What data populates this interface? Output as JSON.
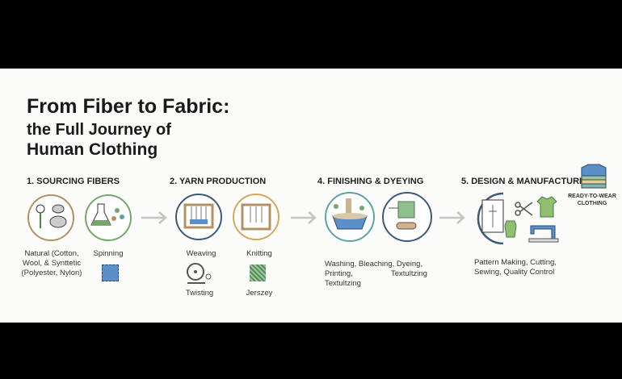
{
  "title": {
    "line1": "From Fiber to Fabric:",
    "line2": "the Full Journey of",
    "line3": "Human Clothing"
  },
  "sections": [
    {
      "heading": "1. SOURCING FIBERS",
      "items": [
        {
          "label": "Natural (Cotton, Wool, & Synttetic (Polyester, Nylon)",
          "icon": "cotton-sheep-icon"
        },
        {
          "label": "Spinning",
          "icon": "flask-molecule-icon"
        }
      ]
    },
    {
      "heading": "2. YARN PRODUCTION",
      "items": [
        {
          "label": "Weaving",
          "icon": "loom-icon"
        },
        {
          "label": "Knitting",
          "icon": "knitting-machine-icon"
        },
        {
          "label": "Twisting",
          "icon": "spinning-wheel-icon"
        },
        {
          "label": "Jerszey",
          "icon": "jersey-swatch-icon"
        }
      ]
    },
    {
      "heading": "4. FINISHING & DYEYING",
      "items": [
        {
          "label": "Washing, Bleaching, Dyeing,",
          "icon": "wash-bowl-icon"
        },
        {
          "label": "Printing,",
          "icon": "roller-icon"
        },
        {
          "label": "Textultzing"
        },
        {
          "label": "Textultzing"
        }
      ]
    },
    {
      "heading": "5. DESIGN & MANUFACTURING",
      "label_line1": "Pattern Making, Cutting,",
      "label_line2": "Sewing, Quality Control"
    }
  ],
  "final": {
    "line1": "READY-TO-WEAR",
    "line2": "CLOTHING"
  },
  "colors": {
    "brown": "#b39164",
    "green": "#74a86a",
    "navy": "#3d5a78",
    "teal": "#5ea3a3",
    "arrow": "#c4c4c4"
  }
}
